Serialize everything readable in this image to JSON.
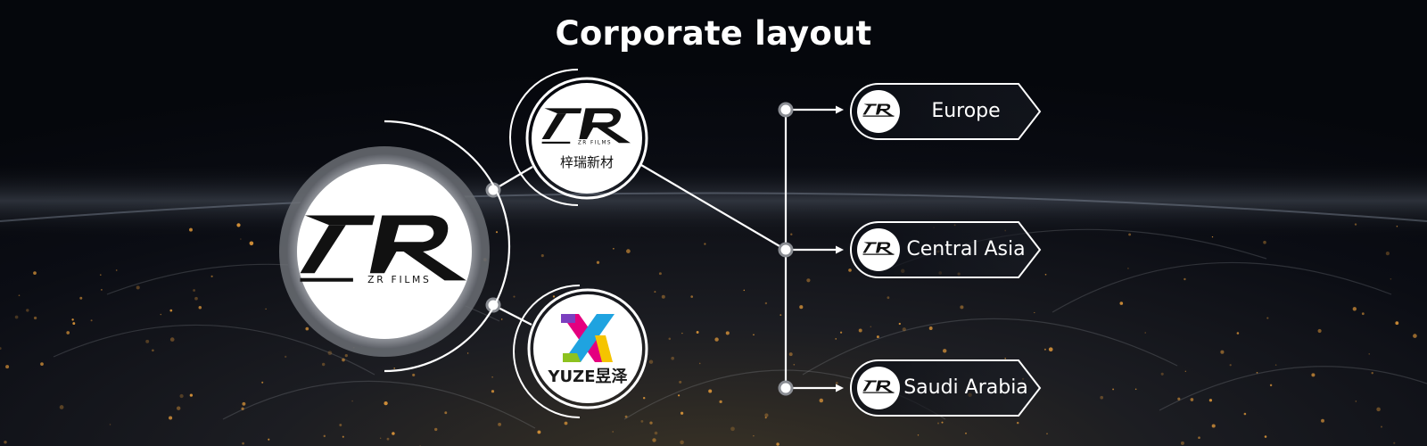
{
  "header": {
    "title": "Corporate layout"
  },
  "nodes": {
    "main": {
      "logo_text": "ZR FILMS"
    },
    "subsidiary_1": {
      "logo_text": "ZR FILMS",
      "name": "梓瑞新材"
    },
    "subsidiary_2": {
      "brand": "YUZE昱泽"
    }
  },
  "regions": [
    {
      "label": "Europe"
    },
    {
      "label": "Central Asia"
    },
    {
      "label": "Saudi Arabia"
    }
  ],
  "colors": {
    "background": "#05070c",
    "line": "#ffffff",
    "node_fill": "#ffffff",
    "ring_outer": "#8a8d93",
    "city_lights": "#f0a23c",
    "yuze_pink": "#e4007f",
    "yuze_purple": "#7b3fbf",
    "yuze_blue": "#1fa3e0",
    "yuze_green": "#8dc21f",
    "yuze_yellow": "#f5c400"
  }
}
